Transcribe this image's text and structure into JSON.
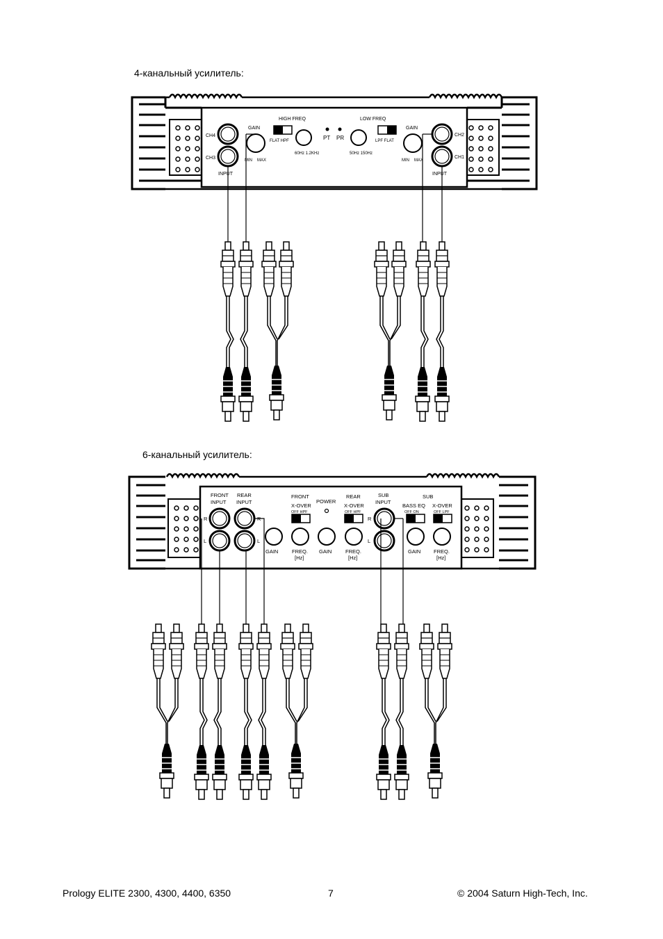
{
  "captions": {
    "four_channel": "4-канальный усилитель:",
    "six_channel": "6-канальный усилитель:"
  },
  "footer": {
    "left": "Prology ELITE  2300, 4300, 4400, 6350",
    "page": "7",
    "right": "© 2004 Saturn High-Tech, Inc."
  },
  "amp4": {
    "ch4": "CH4",
    "ch3": "CH3",
    "ch2": "CH2",
    "ch1": "CH1",
    "input": "INPUT",
    "gain": "GAIN",
    "min": "MIN",
    "max": "MAX",
    "high_freq": "HIGH FREQ",
    "flat_hpf": "FLAT  HPF",
    "hf_range": "60Hz 1.2KHz",
    "pt": "PT",
    "pr": "PR",
    "low_freq": "LOW FREQ",
    "lpf_flat": "LPF  FLAT",
    "lf_range": "50Hz 150Hz"
  },
  "amp6": {
    "front": "FRONT",
    "rear": "REAR",
    "input": "INPUT",
    "sub": "SUB",
    "power": "POWER",
    "xover": "X-OVER",
    "off_hpf": "OFF  HPF",
    "off_lpf": "OFF  LPF",
    "bass_eq": "BASS EQ",
    "off_on": "OFF   ON",
    "gain": "GAIN",
    "freq": "FREQ.",
    "hz": "[Hz]",
    "r": "R",
    "l": "L"
  }
}
